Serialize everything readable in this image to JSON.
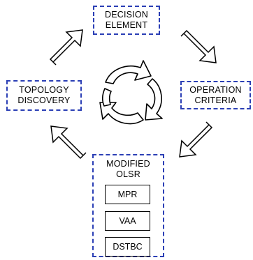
{
  "nodes": {
    "decision": [
      "DECISION",
      "ELEMENT"
    ],
    "operation": [
      "OPERATION",
      "CRITERIA"
    ],
    "topology": [
      "TOPOLOGY",
      "DISCOVERY"
    ],
    "olsr": {
      "title": [
        "MODIFIED",
        "OLSR"
      ],
      "components": [
        "MPR",
        "VAA",
        "DSTBC"
      ]
    }
  }
}
